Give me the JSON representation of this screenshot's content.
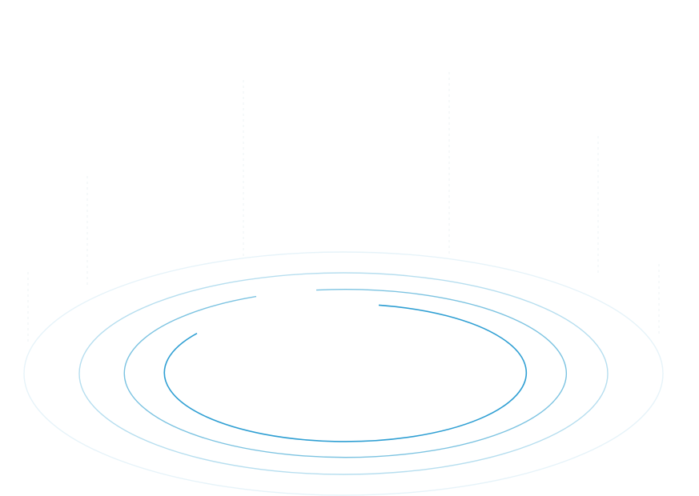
{
  "colors": {
    "background": "#ffffff",
    "ring_outer": "#e6f3f9",
    "ring_second": "#b6deef",
    "ring_third": "#7cc3e1",
    "ring_inner": "#2f9fd3",
    "vertical_lines": "#eef3f6"
  },
  "rings": [
    {
      "name": "ring-outer",
      "color_key": "ring_outer",
      "style": "full ellipse"
    },
    {
      "name": "ring-second",
      "color_key": "ring_second",
      "style": "full ellipse"
    },
    {
      "name": "ring-third",
      "color_key": "ring_third",
      "style": "open arc with gap at top"
    },
    {
      "name": "ring-inner",
      "color_key": "ring_inner",
      "style": "open arc with gap at top-left"
    }
  ]
}
